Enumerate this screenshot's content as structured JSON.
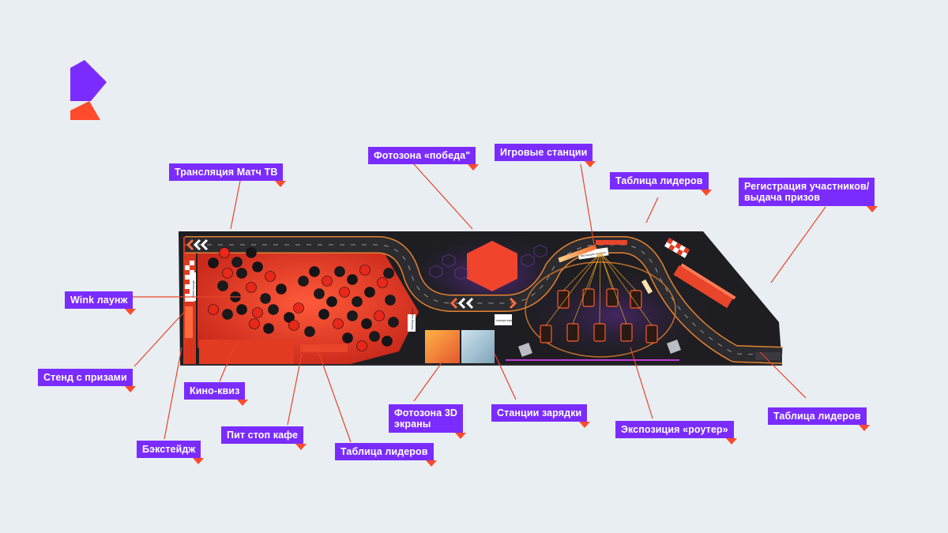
{
  "colors": {
    "background": "#e9eef2",
    "label_bg": "#7a2cff",
    "label_text": "#ffffff",
    "accent": "#ff4b2b",
    "floor": "#1e1e22",
    "track": "#2b2b30",
    "track_edge": "#e8822d",
    "hex": "#f1442c"
  },
  "logo": {
    "icon": "rostelecom-logo-icon"
  },
  "floorplan": {
    "signage": {
      "wink_lounge": "Wink lounge",
      "charging": "станции зарядки",
      "router_expo": "Экспозиция «роутер»",
      "leaders": "Таблица лидеров"
    }
  },
  "labels": [
    {
      "id": "match-tv",
      "text": "Трансляция Матч ТВ"
    },
    {
      "id": "photozone-victory",
      "text": "Фотозона «победа\""
    },
    {
      "id": "gaming-stations",
      "text": "Игровые станции"
    },
    {
      "id": "leaderboard-top",
      "text": "Таблица лидеров"
    },
    {
      "id": "registration",
      "text": "Регистрация участников/\nвыдача призов"
    },
    {
      "id": "wink-lounge",
      "text": "Wink лаунж"
    },
    {
      "id": "prize-stand",
      "text": "Стенд с призами"
    },
    {
      "id": "cinema-quiz",
      "text": "Кино-квиз"
    },
    {
      "id": "backstage",
      "text": "Бэкстейдж"
    },
    {
      "id": "pit-stop-cafe",
      "text": "Пит стоп кафе"
    },
    {
      "id": "leaderboard-bottom-left",
      "text": "Таблица лидеров"
    },
    {
      "id": "photozone-3d",
      "text": "Фотозона 3D\nэкраны"
    },
    {
      "id": "charging-stations",
      "text": "Станции зарядки"
    },
    {
      "id": "router-expo",
      "text": "Экспозиция «роутер»"
    },
    {
      "id": "leaderboard-right",
      "text": "Таблица лидеров"
    }
  ]
}
